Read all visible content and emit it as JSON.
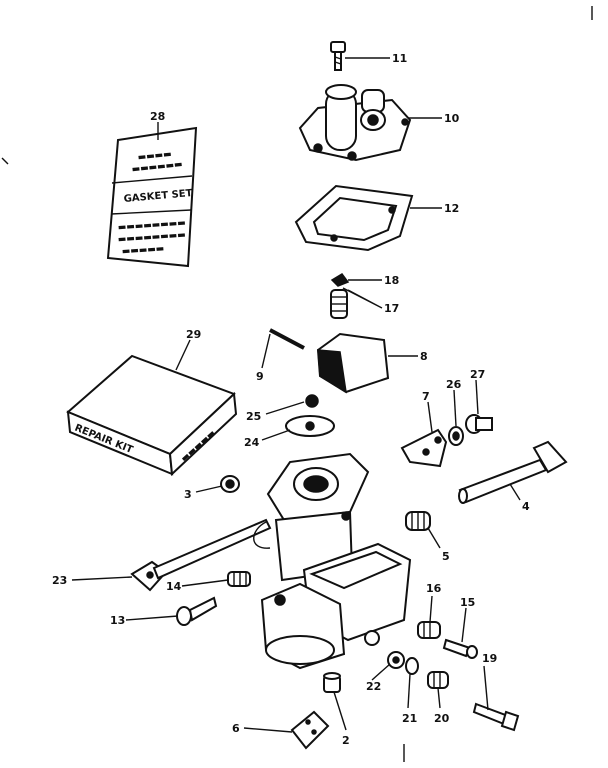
{
  "gasket_set": {
    "label_text": "GASKET SET"
  },
  "repair_kit": {
    "label_text": "REPAIR KIT"
  },
  "callouts": [
    {
      "id": "11",
      "text": "11"
    },
    {
      "id": "10",
      "text": "10"
    },
    {
      "id": "28",
      "text": "28"
    },
    {
      "id": "12",
      "text": "12"
    },
    {
      "id": "18",
      "text": "18"
    },
    {
      "id": "17",
      "text": "17"
    },
    {
      "id": "29",
      "text": "29"
    },
    {
      "id": "9",
      "text": "9"
    },
    {
      "id": "8",
      "text": "8"
    },
    {
      "id": "7",
      "text": "7"
    },
    {
      "id": "26",
      "text": "26"
    },
    {
      "id": "27",
      "text": "27"
    },
    {
      "id": "25",
      "text": "25"
    },
    {
      "id": "24",
      "text": "24"
    },
    {
      "id": "3",
      "text": "3"
    },
    {
      "id": "4",
      "text": "4"
    },
    {
      "id": "5",
      "text": "5"
    },
    {
      "id": "23",
      "text": "23"
    },
    {
      "id": "14",
      "text": "14"
    },
    {
      "id": "13",
      "text": "13"
    },
    {
      "id": "16",
      "text": "16"
    },
    {
      "id": "15",
      "text": "15"
    },
    {
      "id": "19",
      "text": "19"
    },
    {
      "id": "22",
      "text": "22"
    },
    {
      "id": "21",
      "text": "21"
    },
    {
      "id": "20",
      "text": "20"
    },
    {
      "id": "6",
      "text": "6"
    },
    {
      "id": "2",
      "text": "2"
    }
  ]
}
